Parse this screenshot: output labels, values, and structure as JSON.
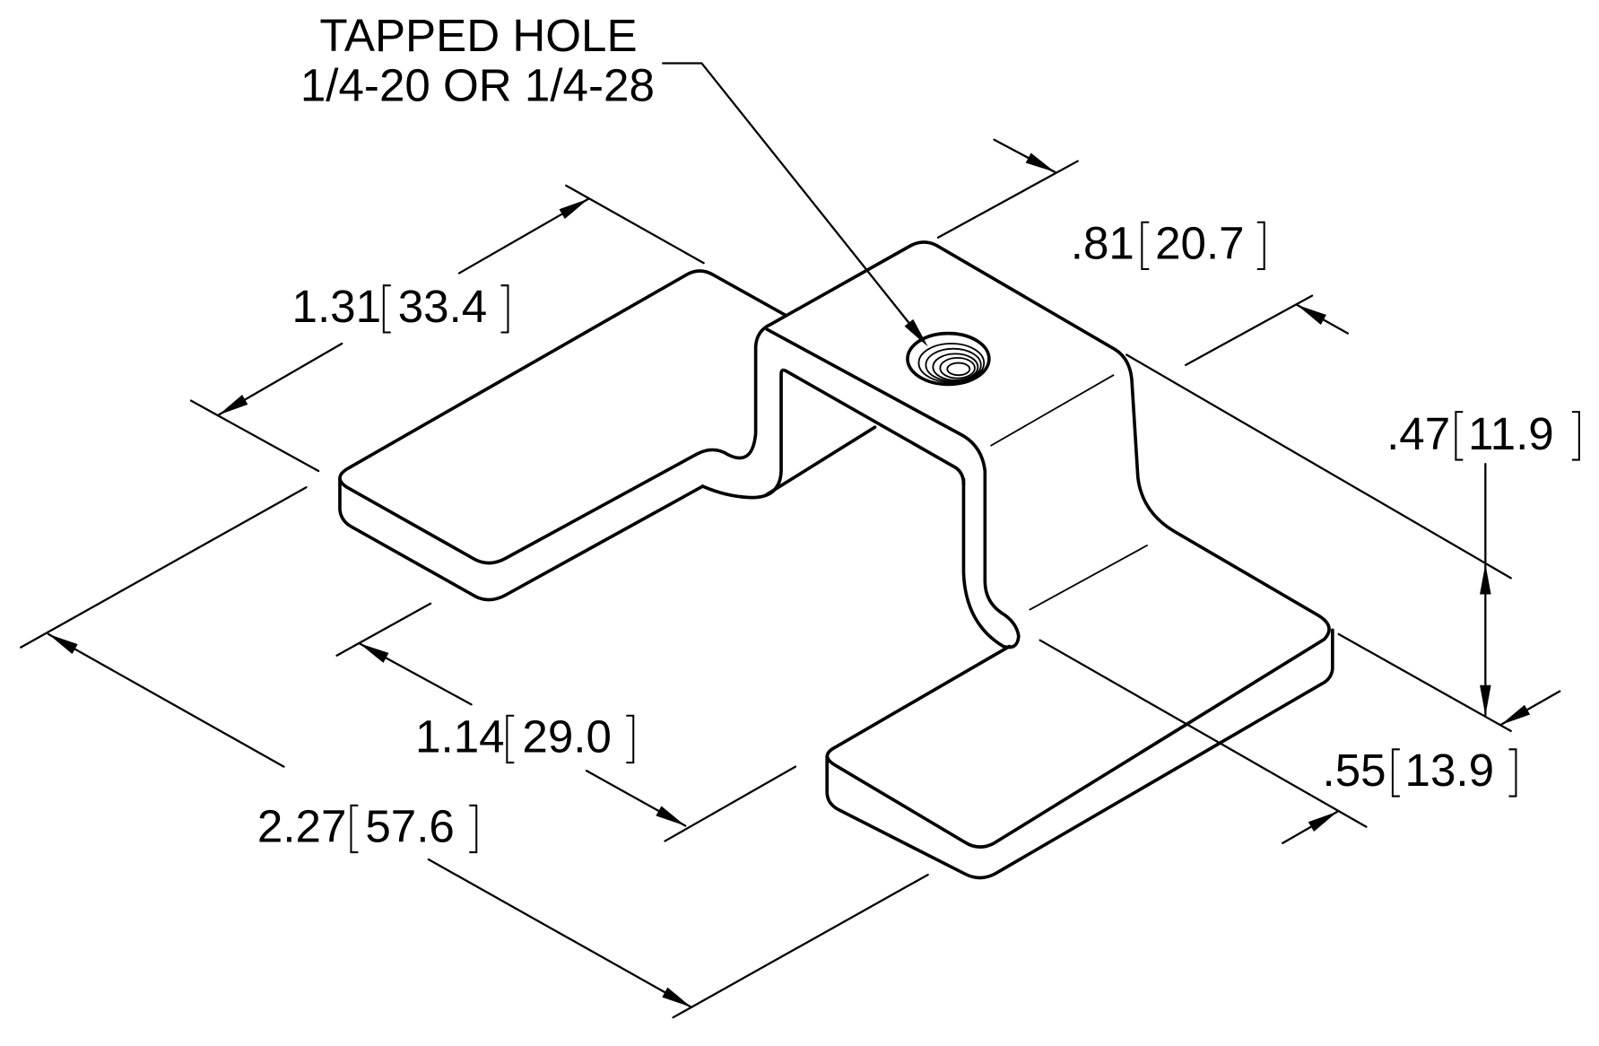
{
  "colors": {
    "line": "#000000",
    "background": "#ffffff"
  },
  "callout": {
    "line1": "TAPPED HOLE",
    "line2": "1/4-20 OR 1/4-28"
  },
  "dimensions": {
    "top_width": {
      "inch": ".81",
      "mm": "20.7"
    },
    "left_foot": {
      "inch": "1.31",
      "mm": "33.4"
    },
    "height": {
      "inch": ".47",
      "mm": "11.9"
    },
    "inner": {
      "inch": "1.14",
      "mm": "29.0"
    },
    "right_foot": {
      "inch": ".55",
      "mm": "13.9"
    },
    "overall": {
      "inch": "2.27",
      "mm": "57.6"
    }
  }
}
